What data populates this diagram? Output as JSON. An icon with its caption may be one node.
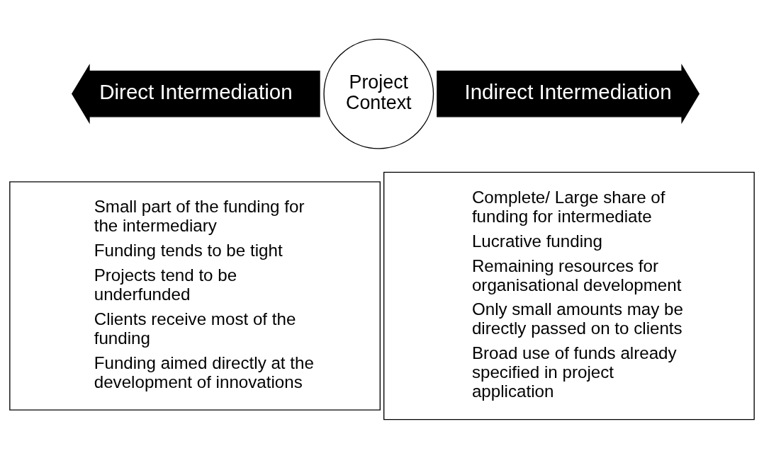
{
  "diagram": {
    "nodes": [
      {
        "text": [
          "Direct Intermediation"
        ]
      },
      {
        "text": [
          "Project Context"
        ]
      },
      {
        "text": [
          "Indirect Intermediation"
        ]
      },
      {
        "text": [
          "Small part of the funding for the intermediary",
          "Funding tends to be tight",
          "Projects tend to be underfunded",
          "Clients receive most of the funding",
          "Funding aimed directly at the development of innovations"
        ]
      },
      {
        "text": [
          "Complete/ Large share of funding for intermediate",
          "Lucrative funding",
          "Remaining resources for organisational development",
          "Only small amounts may be directly passed on to clients",
          "Broad use of funds already specified in project application"
        ]
      }
    ]
  }
}
